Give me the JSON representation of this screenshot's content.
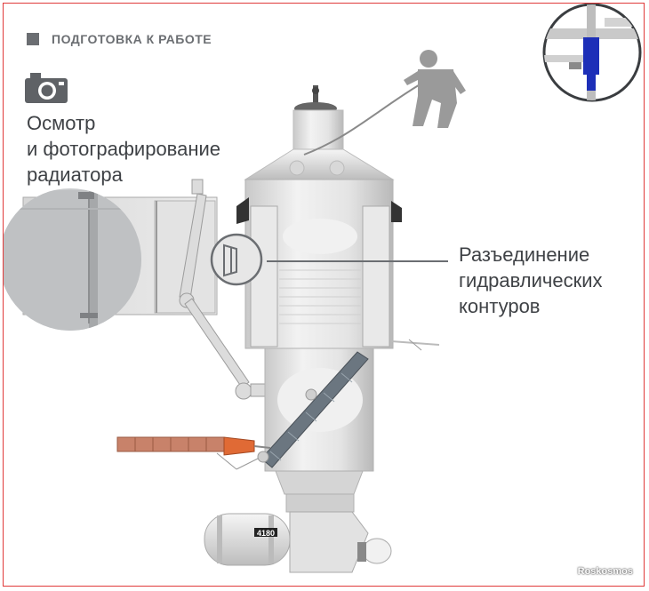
{
  "header": {
    "section_title": "ПОДГОТОВКА К РАБОТЕ"
  },
  "left_caption": {
    "lines": [
      "Осмотр",
      "и фотографирование",
      "радиатора"
    ]
  },
  "right_caption": {
    "lines": [
      "Разъединение",
      "гидравлических",
      "контуров"
    ]
  },
  "module_plate": "4180",
  "watermark": "Roskosmos",
  "colors": {
    "frame": "#e03a3a",
    "text": "#3f4246",
    "accent_gray": "#6b6e72",
    "locator_highlight": "#1d2fb8",
    "solar_panel_orange": "#e06a35"
  },
  "icons": {
    "camera": "camera-icon",
    "cosmonaut": "cosmonaut-icon"
  }
}
